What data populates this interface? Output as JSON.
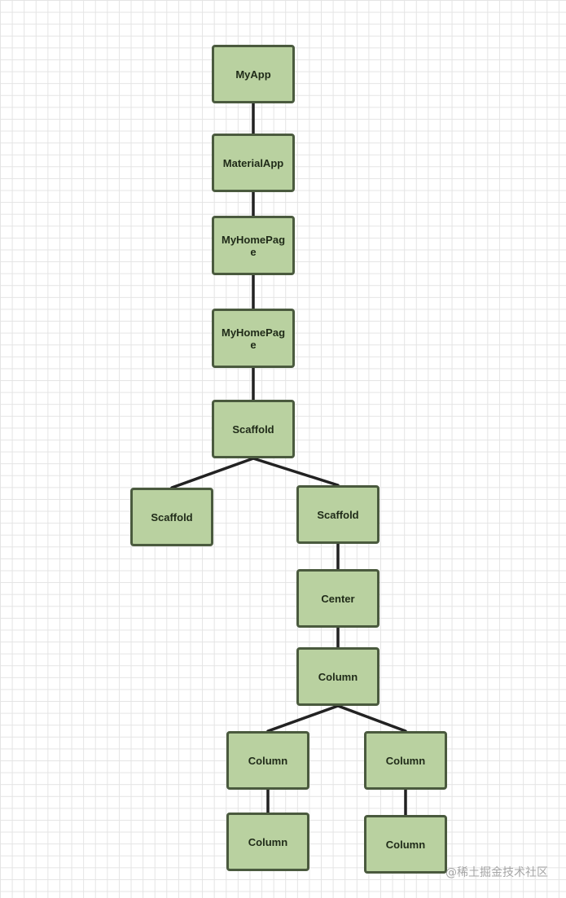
{
  "nodes": [
    {
      "id": "myapp",
      "label": "MyApp"
    },
    {
      "id": "materialapp",
      "label": "MaterialApp"
    },
    {
      "id": "myhomepage-1",
      "label": "MyHomePag e"
    },
    {
      "id": "myhomepage-2",
      "label": "MyHomePag e"
    },
    {
      "id": "scaffold-root",
      "label": "Scaffold"
    },
    {
      "id": "scaffold-left",
      "label": "Scaffold"
    },
    {
      "id": "scaffold-right",
      "label": "Scaffold"
    },
    {
      "id": "center",
      "label": "Center"
    },
    {
      "id": "column-main",
      "label": "Column"
    },
    {
      "id": "column-left",
      "label": "Column"
    },
    {
      "id": "column-right",
      "label": "Column"
    },
    {
      "id": "column-left-child",
      "label": "Column"
    },
    {
      "id": "column-right-child",
      "label": "Column"
    }
  ],
  "edges": [
    [
      "myapp",
      "materialapp"
    ],
    [
      "materialapp",
      "myhomepage-1"
    ],
    [
      "myhomepage-1",
      "myhomepage-2"
    ],
    [
      "myhomepage-2",
      "scaffold-root"
    ],
    [
      "scaffold-root",
      "scaffold-left"
    ],
    [
      "scaffold-root",
      "scaffold-right"
    ],
    [
      "scaffold-right",
      "center"
    ],
    [
      "center",
      "column-main"
    ],
    [
      "column-main",
      "column-left"
    ],
    [
      "column-main",
      "column-right"
    ],
    [
      "column-left",
      "column-left-child"
    ],
    [
      "column-right",
      "column-right-child"
    ]
  ],
  "watermark": "@稀土掘金技术社区"
}
